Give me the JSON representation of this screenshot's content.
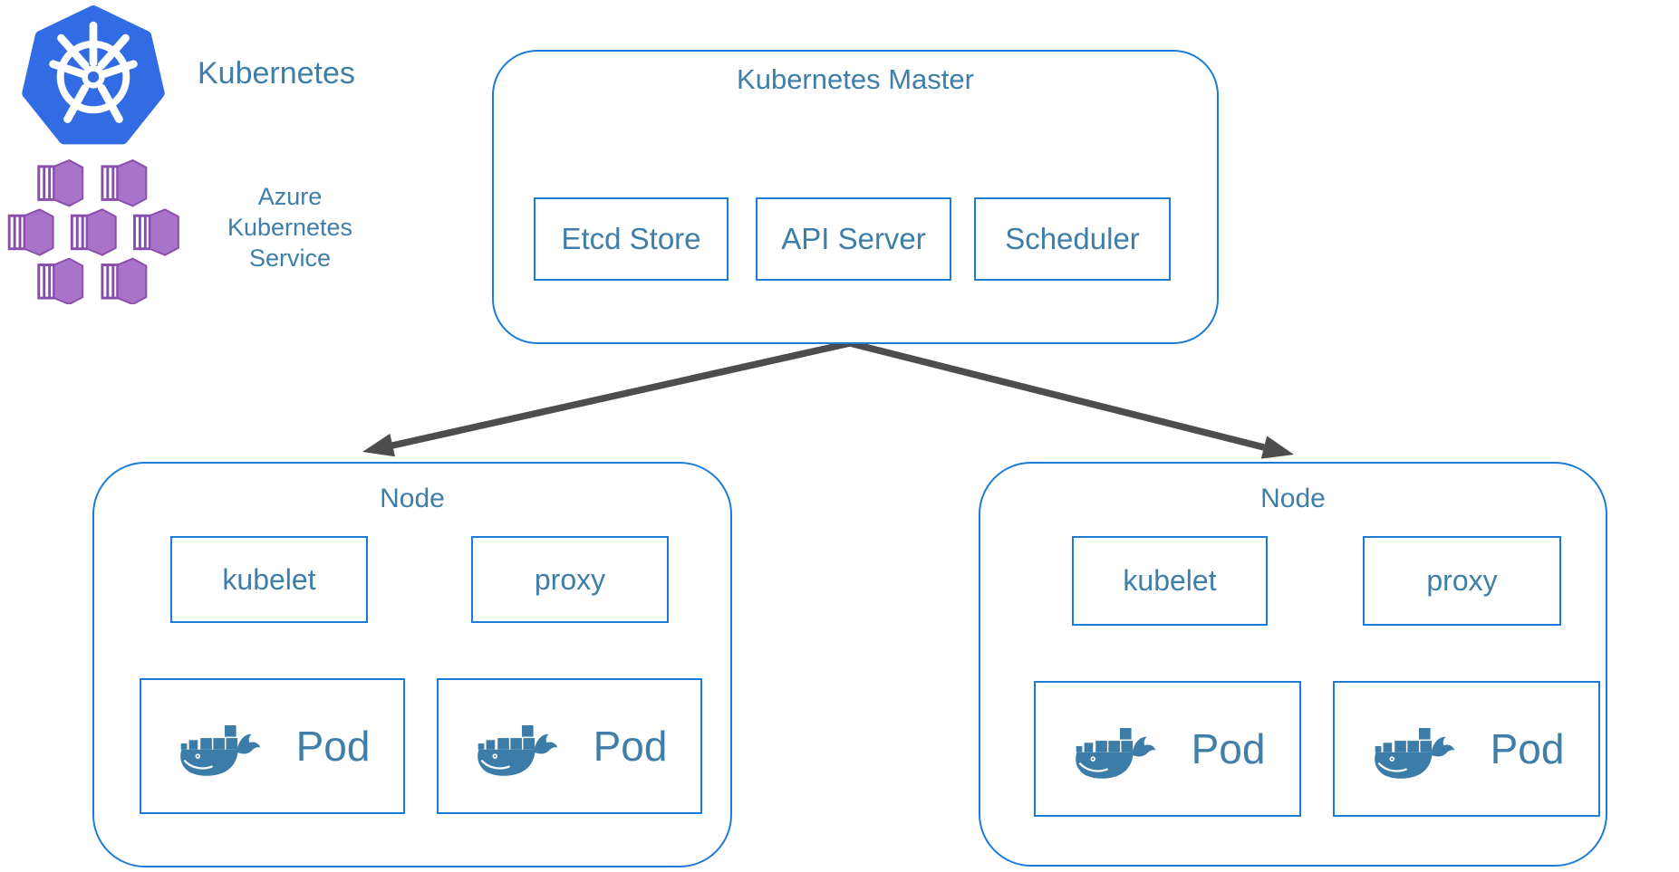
{
  "branding": {
    "kubernetes": {
      "label": "Kubernetes",
      "icon": "kubernetes-helm-icon"
    },
    "aks": {
      "icon": "aks-containers-icon",
      "label_lines": [
        "Azure",
        "Kubernetes",
        "Service"
      ]
    }
  },
  "master": {
    "title": "Kubernetes Master",
    "components": [
      {
        "label": "Etcd Store"
      },
      {
        "label": "API Server"
      },
      {
        "label": "Scheduler"
      }
    ]
  },
  "nodes": [
    {
      "title": "Node",
      "agents": [
        {
          "label": "kubelet"
        },
        {
          "label": "proxy"
        }
      ],
      "pods": [
        {
          "label": "Pod",
          "icon": "docker-whale-icon"
        },
        {
          "label": "Pod",
          "icon": "docker-whale-icon"
        }
      ]
    },
    {
      "title": "Node",
      "agents": [
        {
          "label": "kubelet"
        },
        {
          "label": "proxy"
        }
      ],
      "pods": [
        {
          "label": "Pod",
          "icon": "docker-whale-icon"
        },
        {
          "label": "Pod",
          "icon": "docker-whale-icon"
        }
      ]
    }
  ],
  "connectors": [
    {
      "from": "kubernetes-master",
      "to": "node-left",
      "style": "arrow"
    },
    {
      "from": "kubernetes-master",
      "to": "node-right",
      "style": "arrow"
    }
  ],
  "colors": {
    "background": "#ffffff",
    "box_border": "#1a7cd6",
    "label_text": "#3e7ea8",
    "kubernetes_blue": "#326ce5",
    "aks_purple": "#a873c9",
    "aks_purple_dark": "#8a4fae",
    "docker_whale_blue": "#3c7ca8",
    "arrow_gray": "#4d4d4d"
  }
}
